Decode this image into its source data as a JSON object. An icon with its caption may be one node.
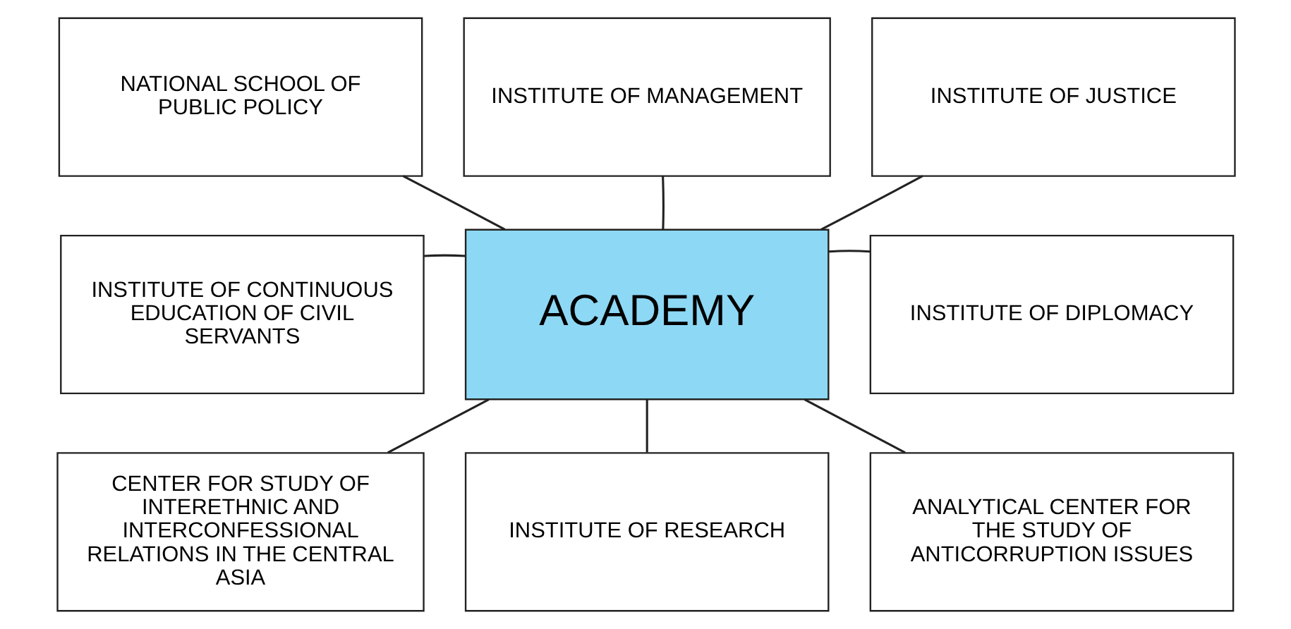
{
  "diagram": {
    "nodes": [
      {
        "text": [
          "NATIONAL SCHOOL OF PUBLIC POLICY"
        ]
      },
      {
        "text": [
          "INSTITUTE OF MANAGEMENT"
        ]
      },
      {
        "text": [
          "INSTITUTE OF JUSTICE"
        ]
      },
      {
        "text": [
          "INSTITUTE OF CONTINUOUS EDUCATION OF CIVIL SERVANTS"
        ]
      },
      {
        "text": [
          "ACADEMY"
        ]
      },
      {
        "text": [
          "INSTITUTE OF DIPLOMACY"
        ]
      },
      {
        "text": [
          "CENTER FOR STUDY OF INTERETHNIC AND INTERCONFESSIONAL RELATIONS IN THE CENTRAL ASIA"
        ]
      },
      {
        "text": [
          "INSTITUTE OF RESEARCH"
        ]
      },
      {
        "text": [
          "ANALYTICAL CENTER FOR THE STUDY OF ANTICORRUPTION ISSUES"
        ]
      }
    ],
    "edges": [
      {
        "from": 4,
        "to": 0,
        "arrow": "none"
      },
      {
        "from": 4,
        "to": 1,
        "arrow": "none"
      },
      {
        "from": 4,
        "to": 2,
        "arrow": "none"
      },
      {
        "from": 4,
        "to": 3,
        "arrow": "none"
      },
      {
        "from": 4,
        "to": 5,
        "arrow": "none"
      },
      {
        "from": 4,
        "to": 6,
        "arrow": "none"
      },
      {
        "from": 4,
        "to": 7,
        "arrow": "none"
      },
      {
        "from": 4,
        "to": 8,
        "arrow": "none"
      }
    ]
  }
}
